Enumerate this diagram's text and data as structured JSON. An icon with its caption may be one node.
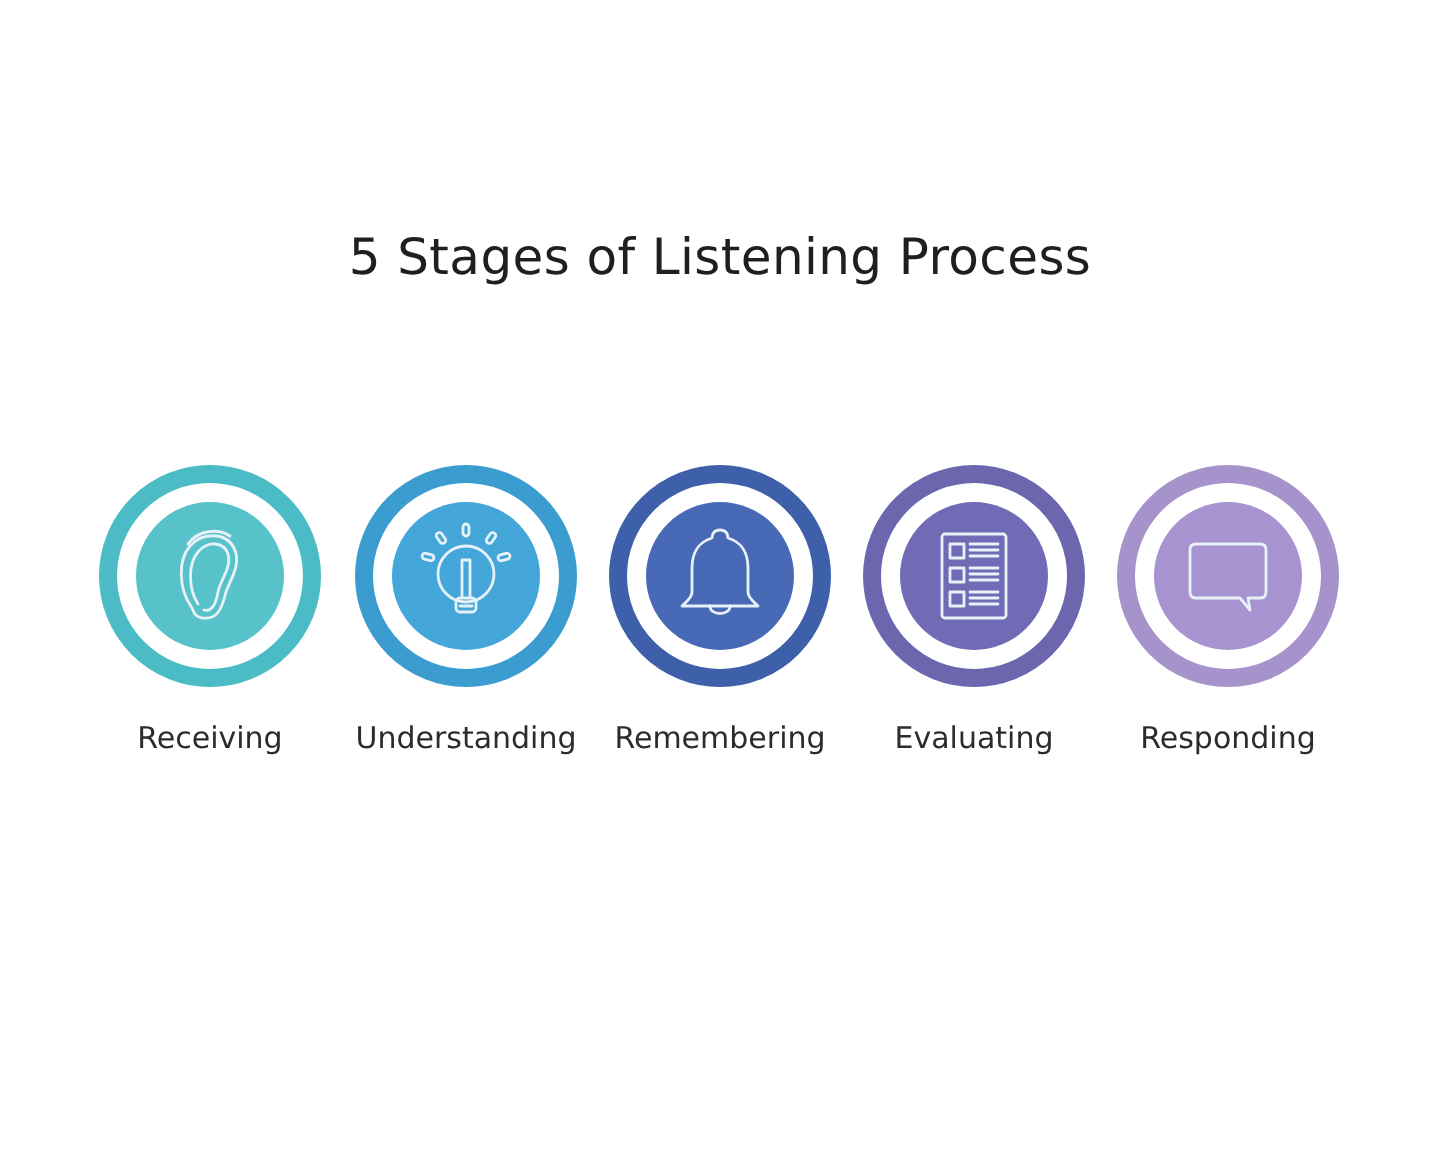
{
  "diagram": {
    "title": "5 Stages of Listening Process",
    "nodes": [
      {
        "text": [
          "Receiving"
        ]
      },
      {
        "text": [
          "Understanding"
        ]
      },
      {
        "text": [
          "Remembering"
        ]
      },
      {
        "text": [
          "Evaluating"
        ]
      },
      {
        "text": [
          "Responding"
        ]
      }
    ]
  }
}
